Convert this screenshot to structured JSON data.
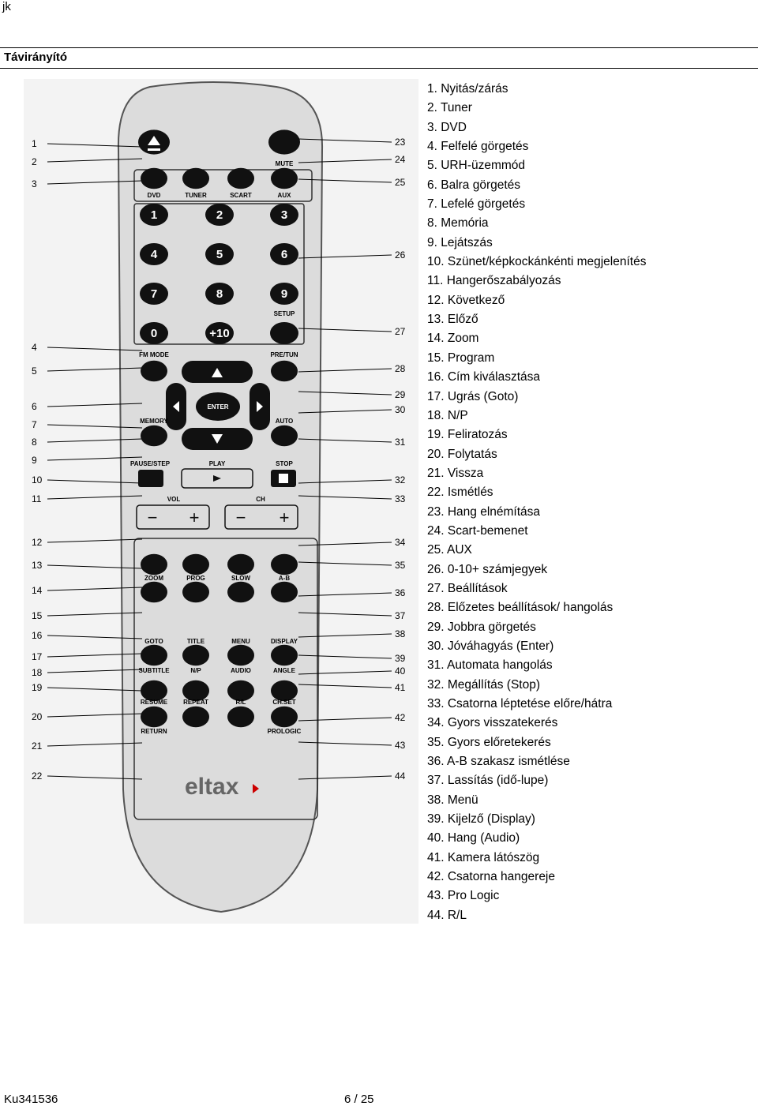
{
  "header": {
    "mark": "jk"
  },
  "section_title": "Távirányító",
  "remote": {
    "brand": "eltax",
    "labels": {
      "dvd": "DVD",
      "tuner": "TUNER",
      "scart": "SCART",
      "aux": "AUX",
      "mute": "MUTE",
      "setup": "SETUP",
      "fm_mode": "FM MODE",
      "pre_tun": "PRE/TUN",
      "memory": "MEMORY",
      "auto": "AUTO",
      "enter": "ENTER",
      "pause_step": "PAUSE/STEP",
      "play": "PLAY",
      "stop": "STOP",
      "vol": "VOL",
      "ch": "CH",
      "zoom": "ZOOM",
      "prog": "PROG",
      "slow": "SLOW",
      "ab": "A-B",
      "goto": "GOTO",
      "title": "TITLE",
      "menu": "MENU",
      "display": "DISPLAY",
      "subtitle": "SUBTITLE",
      "np": "N/P",
      "audio": "AUDIO",
      "angle": "ANGLE",
      "resume": "RESUME",
      "repeat": "REPEAT",
      "rl": "R/L",
      "chset": "CH.SET",
      "return": "RETURN",
      "prologic": "PROLOGIC"
    },
    "digits": [
      "1",
      "2",
      "3",
      "4",
      "5",
      "6",
      "7",
      "8",
      "9",
      "0",
      "+10"
    ],
    "left_callouts": [
      "1",
      "2",
      "3",
      "4",
      "5",
      "6",
      "7",
      "8",
      "9",
      "10",
      "11",
      "12",
      "13",
      "14",
      "15",
      "16",
      "17",
      "18",
      "19",
      "20",
      "21",
      "22"
    ],
    "right_callouts": [
      "23",
      "24",
      "25",
      "26",
      "27",
      "28",
      "29",
      "30",
      "31",
      "32",
      "33",
      "34",
      "35",
      "36",
      "37",
      "38",
      "39",
      "40",
      "41",
      "42",
      "43",
      "44"
    ]
  },
  "legend": [
    "1. Nyitás/zárás",
    "2. Tuner",
    "3. DVD",
    "4. Felfelé görgetés",
    "5. URH-üzemmód",
    "6. Balra görgetés",
    "7. Lefelé görgetés",
    "8. Memória",
    "9. Lejátszás",
    "10. Szünet/képkockánkénti megjelenítés",
    "11. Hangerőszabályozás",
    "12. Következő",
    "13. Előző",
    "14. Zoom",
    "15. Program",
    "16. Cím kiválasztása",
    "17. Ugrás (Goto)",
    "18. N/P",
    "19. Feliratozás",
    "20. Folytatás",
    "21. Vissza",
    "22. Ismétlés",
    "23. Hang elnémítása",
    "24. Scart-bemenet",
    "25. AUX",
    "26. 0-10+ számjegyek",
    "27. Beállítások",
    "28. Előzetes beállítások/ hangolás",
    "29. Jobbra görgetés",
    "30. Jóváhagyás (Enter)",
    "31. Automata hangolás",
    "32. Megállítás (Stop)",
    "33. Csatorna léptetése előre/hátra",
    "34. Gyors visszatekerés",
    "35. Gyors előretekerés",
    "36. A-B szakasz ismétlése",
    "37. Lassítás (idő-lupe)",
    "38. Menü",
    "39. Kijelző (Display)",
    "40. Hang (Audio)",
    "41. Kamera látószög",
    "42. Csatorna hangereje",
    "43. Pro Logic",
    "44. R/L"
  ],
  "footer": {
    "doc_id": "Ku341536",
    "page": "6 / 25"
  }
}
